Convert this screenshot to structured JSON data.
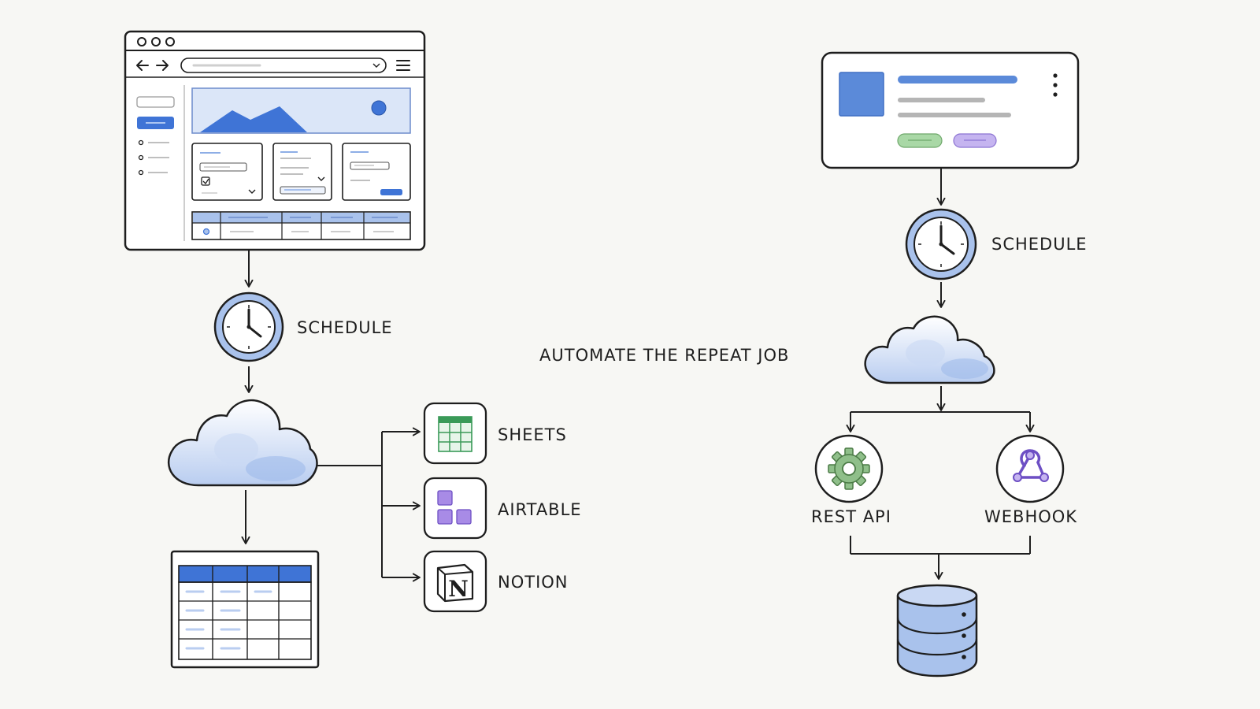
{
  "center_caption": "AUTOMATE THE REPEAT JOB",
  "left_flow": {
    "schedule_label": "SCHEDULE",
    "destinations": [
      {
        "icon": "sheets-icon",
        "label": "SHEETS"
      },
      {
        "icon": "airtable-icon",
        "label": "AIRTABLE"
      },
      {
        "icon": "notion-icon",
        "label": "NOTION"
      }
    ],
    "notion_glyph": "N"
  },
  "right_flow": {
    "schedule_label": "SCHEDULE",
    "branches": [
      {
        "icon": "gear-icon",
        "label": "REST API"
      },
      {
        "icon": "webhook-icon",
        "label": "WEBHOOK"
      }
    ]
  },
  "colors": {
    "accent_blue": "#3f74d6",
    "light_blue": "#a9c2ec",
    "sheets_green": "#3a9a58",
    "airtable_purple": "#a88be6",
    "gear_green": "#8fbf8a",
    "pill_green": "#a9d8a6",
    "pill_purple": "#c5b4f0",
    "ink": "#1e1e1e"
  }
}
